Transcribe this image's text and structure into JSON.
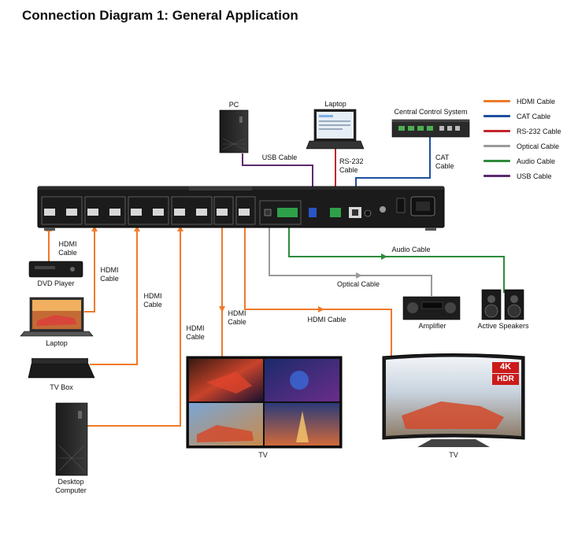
{
  "title": "Connection Diagram 1: General Application",
  "legend": [
    {
      "label": "HDMI Cable",
      "color": "#f07a2a"
    },
    {
      "label": "CAT Cable",
      "color": "#1f4fa0"
    },
    {
      "label": "RS-232 Cable",
      "color": "#c4252b"
    },
    {
      "label": "Optical Cable",
      "color": "#9a9a9a"
    },
    {
      "label": "Audio Cable",
      "color": "#2f8a3c"
    },
    {
      "label": "USB Cable",
      "color": "#5b2a6e"
    }
  ],
  "devices": {
    "pc": "PC",
    "laptop_top": "Laptop",
    "central_control": "Central Control System",
    "dvd_player": "DVD Player",
    "laptop_left": "Laptop",
    "tv_box": "TV Box",
    "desktop_line1": "Desktop",
    "desktop_line2": "Computer",
    "amplifier": "Amplifier",
    "active_speakers": "Active Speakers",
    "tv_center": "TV",
    "tv_right": "TV",
    "hdr_badge_1": "4K",
    "hdr_badge_2": "HDR"
  },
  "cable_labels": {
    "usb": "USB Cable",
    "rs232_line1": "RS-232",
    "rs232_line2": "Cable",
    "cat_line1": "CAT",
    "cat_line2": "Cable",
    "hdmi_line1": "HDMI",
    "hdmi_line2": "Cable",
    "audio": "Audio Cable",
    "optical": "Optical Cable",
    "hdmi_long": "HDMI Cable"
  }
}
